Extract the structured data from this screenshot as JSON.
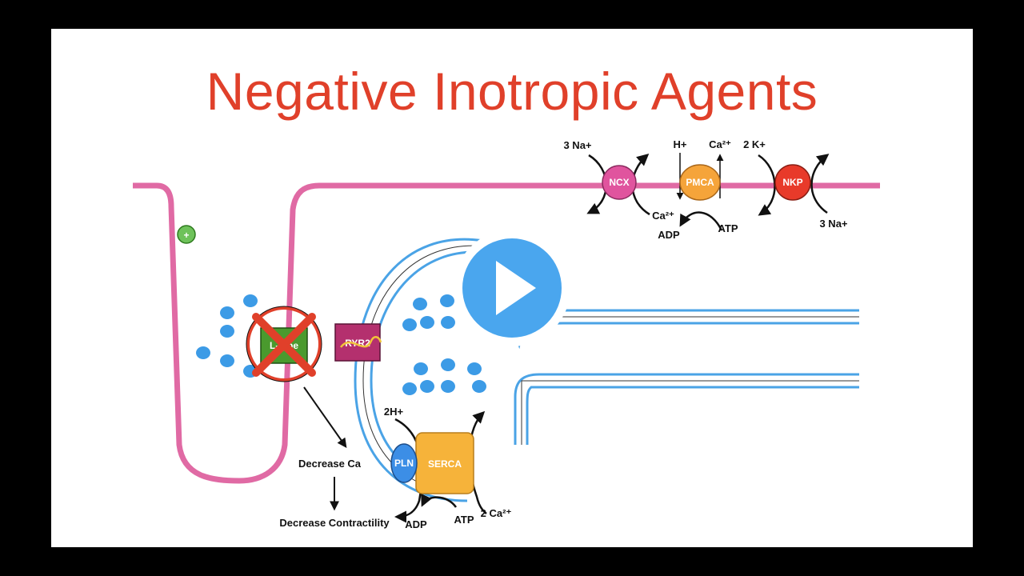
{
  "title": "Negative Inotropic Agents",
  "colors": {
    "title": "#e0402a",
    "membrane": "#e06aa4",
    "sr_membrane": "#4aa3e6",
    "calcium_ion": "#3c9be6",
    "ncx": "#e0549e",
    "pmca": "#f5a43a",
    "nkp": "#e83a2a",
    "serca": "#f6b33a",
    "pln": "#3c8ee6",
    "ryr2": "#b4306e",
    "l_type_channel": "#4a9a2e",
    "inhibit_cross": "#e0402a",
    "play_button": "#4aa6ee"
  },
  "labels": {
    "ncx": "NCX",
    "ncx_in": "3 Na+",
    "ncx_out": "Ca²⁺",
    "pmca": "PMCA",
    "pmca_h": "H+",
    "pmca_ca": "Ca²⁺",
    "pmca_adp": "ADP",
    "pmca_atp": "ATP",
    "nkp": "NKP",
    "nkp_k": "2 K+",
    "nkp_na": "3 Na+",
    "positive_charge": "+",
    "l_type": "L-type",
    "ryr2": "RYR2",
    "serca": "SERCA",
    "pln": "PLN",
    "serca_h": "2H+",
    "serca_adp": "ADP",
    "serca_atp": "ATP",
    "serca_ca": "2 Ca²⁺",
    "decrease_ca": "Decrease Ca",
    "decrease_contractility": "Decrease Contractility"
  },
  "icons": {
    "play": "play-icon",
    "inhibit": "inhibit-cross-icon"
  }
}
